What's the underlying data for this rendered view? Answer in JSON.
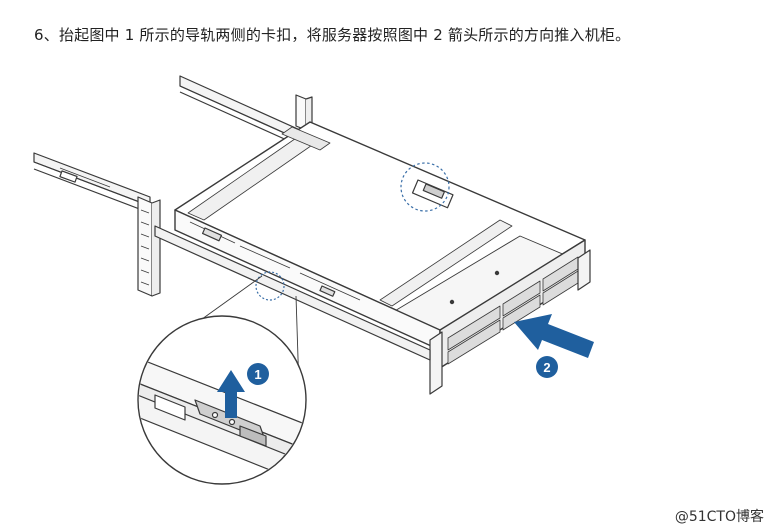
{
  "instruction": {
    "text": "6、抬起图中 1 所示的导轨两侧的卡扣，将服务器按照图中 2 箭头所示的方向推入机柜。"
  },
  "figure": {
    "callout_1": "1",
    "callout_2": "2",
    "accent_color": "#1f5f9e",
    "line_color": "#3a3a3a"
  },
  "watermark": {
    "text": "@51CTO博客"
  }
}
